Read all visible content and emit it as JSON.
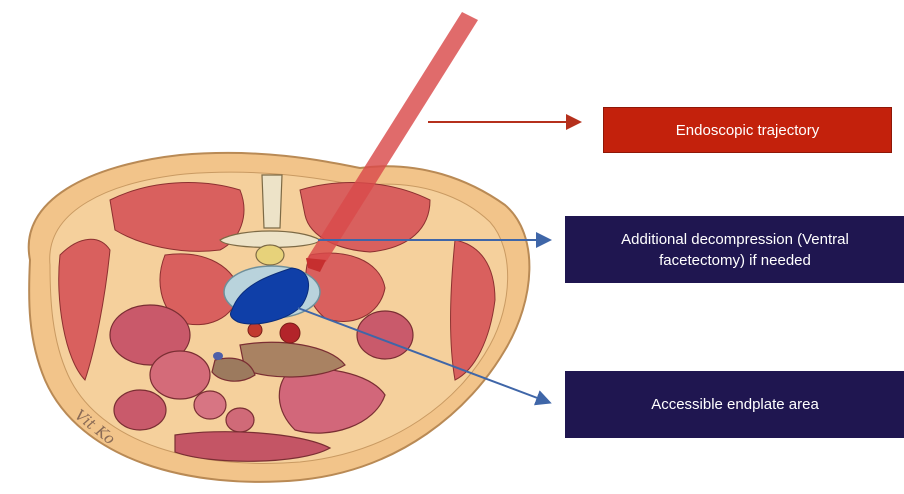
{
  "labels": {
    "trajectory": "Endoscopic trajectory",
    "decompression": "Additional decompression (Ventral facetectomy) if needed",
    "endplate": "Accessible endplate area"
  },
  "signature": "Vit Ko",
  "colors": {
    "trajectory_box": "#c3210c",
    "info_box": "#1f1650",
    "trajectory_beam": "#d94a4a",
    "endplate_area": "#0f3fa8",
    "arrow_red": "#b5301c",
    "arrow_blue": "#3f66a8"
  }
}
